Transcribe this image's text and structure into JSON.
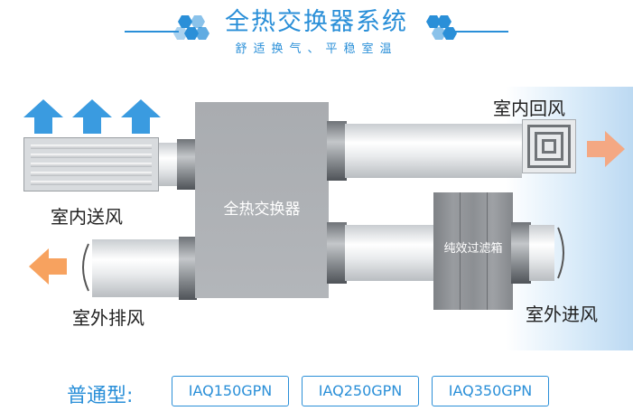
{
  "header": {
    "title": "全热交换器系统",
    "subtitle": "舒适换气、平稳室温"
  },
  "diagram": {
    "exchanger_label": "全热交换器",
    "filter_label": "纯效过滤箱",
    "indoor_return": "室内回风",
    "indoor_supply": "室内送风",
    "outdoor_exhaust": "室外排风",
    "outdoor_intake": "室外进风"
  },
  "models": {
    "label": "普通型:",
    "items": [
      "IAQ150GPN",
      "IAQ250GPN",
      "IAQ350GPN"
    ]
  },
  "colors": {
    "accent_blue": "#2a8fd8",
    "supply_arrow": "#3a9be0",
    "exhaust_arrow": "#f7a25f",
    "return_arrow": "#f4a883",
    "unit_gray": "#aeb1b5"
  }
}
